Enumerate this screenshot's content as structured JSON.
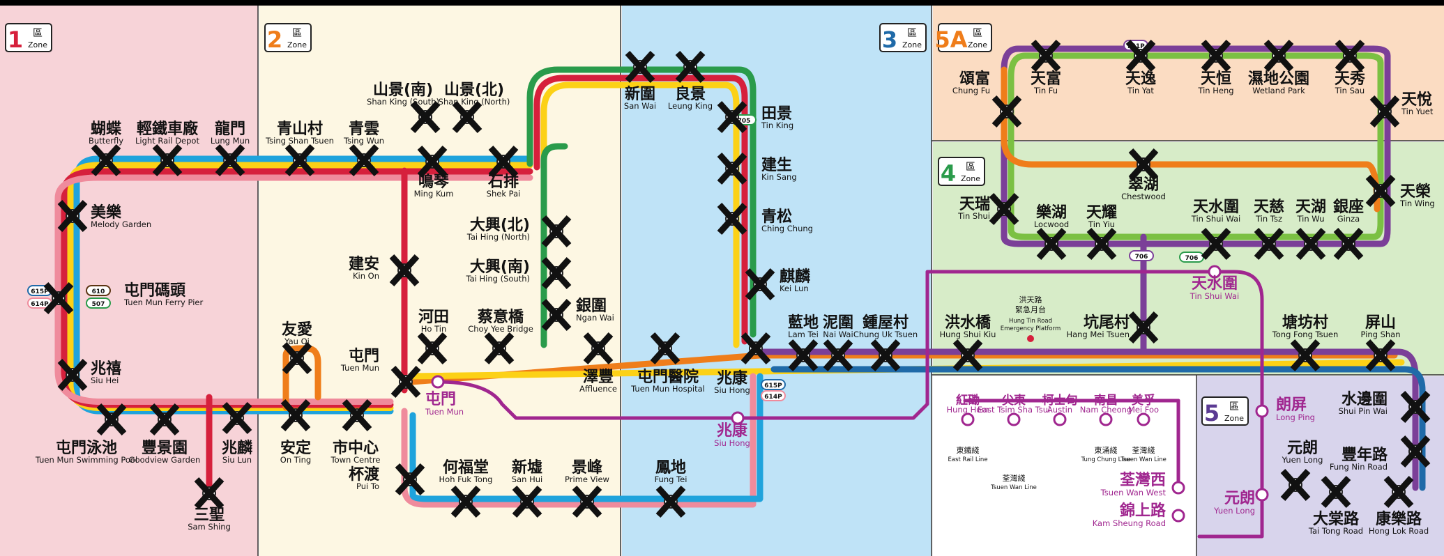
{
  "zone_colors": {
    "1": "#f7d3d8",
    "2": "#fdf7e3",
    "3": "#bfe3f7",
    "5A": "#fbdcc2",
    "4": "#d7ecc8",
    "5": "#d8d4ec",
    "mtr_box": "#ffffff"
  },
  "zone_badges": [
    {
      "num": "1",
      "word": "區",
      "en": "Zone",
      "color": "#d6203c"
    },
    {
      "num": "2",
      "word": "區",
      "en": "Zone",
      "color": "#ef7d1a"
    },
    {
      "num": "3",
      "word": "區",
      "en": "Zone",
      "color": "#1f6aa8"
    },
    {
      "num": "5A",
      "word": "區",
      "en": "Zone",
      "color": "#ef7d1a"
    },
    {
      "num": "4",
      "word": "區",
      "en": "Zone",
      "color": "#2a9b4b"
    },
    {
      "num": "5",
      "word": "區",
      "en": "Zone",
      "color": "#5b3a93"
    }
  ],
  "route_colors": {
    "r505": "#d6203c",
    "r507": "#2a9b4b",
    "r610": "#5b3413",
    "r614": "#1fa3dc",
    "r614P": "#ef8b9c",
    "r615": "#fcd116",
    "r615P": "#1f6aa8",
    "r751": "#ef7d1a",
    "r751P": "#7b3f98",
    "r761P": "#7b3f98",
    "r705": "#7bc043",
    "mtr": "#a0268f"
  },
  "stations": [
    {
      "zh": "蝴蝶",
      "en": "Butterfly"
    },
    {
      "zh": "輕鐵車廠",
      "en": "Light Rail Depot"
    },
    {
      "zh": "龍門",
      "en": "Lung Mun"
    },
    {
      "zh": "青山村",
      "en": "Tsing Shan Tsuen"
    },
    {
      "zh": "青雲",
      "en": "Tsing Wun"
    },
    {
      "zh": "山景(南)",
      "en": "Shan King (South)"
    },
    {
      "zh": "山景(北)",
      "en": "Shan King (North)"
    },
    {
      "zh": "鳴琴",
      "en": "Ming Kum"
    },
    {
      "zh": "石排",
      "en": "Shek Pai"
    },
    {
      "zh": "新圍",
      "en": "San Wai"
    },
    {
      "zh": "良景",
      "en": "Leung King"
    },
    {
      "zh": "田景",
      "en": "Tin King"
    },
    {
      "zh": "建生",
      "en": "Kin Sang"
    },
    {
      "zh": "青松",
      "en": "Ching Chung"
    },
    {
      "zh": "麒麟",
      "en": "Kei Lun"
    },
    {
      "zh": "美樂",
      "en": "Melody Garden"
    },
    {
      "zh": "屯門碼頭",
      "en": "Tuen Mun Ferry Pier"
    },
    {
      "zh": "兆禧",
      "en": "Siu Hei"
    },
    {
      "zh": "屯門泳池",
      "en": "Tuen Mun Swimming Pool"
    },
    {
      "zh": "豐景園",
      "en": "Goodview Garden"
    },
    {
      "zh": "兆麟",
      "en": "Siu Lun"
    },
    {
      "zh": "三聖",
      "en": "Sam Shing"
    },
    {
      "zh": "友愛",
      "en": "Yau Oi"
    },
    {
      "zh": "安定",
      "en": "On Ting"
    },
    {
      "zh": "市中心",
      "en": "Town Centre"
    },
    {
      "zh": "屯門",
      "en": "Tuen Mun"
    },
    {
      "zh": "建安",
      "en": "Kin On"
    },
    {
      "zh": "河田",
      "en": "Ho Tin"
    },
    {
      "zh": "蔡意橋",
      "en": "Choy Yee Bridge"
    },
    {
      "zh": "大興(北)",
      "en": "Tai Hing (North)"
    },
    {
      "zh": "大興(南)",
      "en": "Tai Hing (South)"
    },
    {
      "zh": "銀圍",
      "en": "Ngan Wai"
    },
    {
      "zh": "澤豐",
      "en": "Affluence"
    },
    {
      "zh": "屯門醫院",
      "en": "Tuen Mun Hospital"
    },
    {
      "zh": "兆康",
      "en": "Siu Hong"
    },
    {
      "zh": "杯渡",
      "en": "Pui To"
    },
    {
      "zh": "何福堂",
      "en": "Hoh Fuk Tong"
    },
    {
      "zh": "新墟",
      "en": "San Hui"
    },
    {
      "zh": "景峰",
      "en": "Prime View"
    },
    {
      "zh": "鳳地",
      "en": "Fung Tei"
    },
    {
      "zh": "藍地",
      "en": "Lam Tei"
    },
    {
      "zh": "泥圍",
      "en": "Nai Wai"
    },
    {
      "zh": "鍾屋村",
      "en": "Chung Uk Tsuen"
    },
    {
      "zh": "洪水橋",
      "en": "Hung Shui Kiu"
    },
    {
      "zh": "坑尾村",
      "en": "Hang Mei Tsuen"
    },
    {
      "zh": "塘坊村",
      "en": "Tong Fong Tsuen"
    },
    {
      "zh": "屏山",
      "en": "Ping Shan"
    },
    {
      "zh": "水邊圍",
      "en": "Shui Pin Wai"
    },
    {
      "zh": "豐年路",
      "en": "Fung Nin Road"
    },
    {
      "zh": "元朗",
      "en": "Yuen Long"
    },
    {
      "zh": "大棠路",
      "en": "Tai Tong Road"
    },
    {
      "zh": "康樂路",
      "en": "Hong Lok Road"
    },
    {
      "zh": "頌富",
      "en": "Chung Fu"
    },
    {
      "zh": "天富",
      "en": "Tin Fu"
    },
    {
      "zh": "天逸",
      "en": "Tin Yat"
    },
    {
      "zh": "天恒",
      "en": "Tin Heng"
    },
    {
      "zh": "濕地公園",
      "en": "Wetland Park"
    },
    {
      "zh": "天秀",
      "en": "Tin Sau"
    },
    {
      "zh": "天悅",
      "en": "Tin Yuet"
    },
    {
      "zh": "天榮",
      "en": "Tin Wing"
    },
    {
      "zh": "天瑞",
      "en": "Tin Shui"
    },
    {
      "zh": "樂湖",
      "en": "Locwood"
    },
    {
      "zh": "天耀",
      "en": "Tin Yiu"
    },
    {
      "zh": "翠湖",
      "en": "Chestwood"
    },
    {
      "zh": "天水圍",
      "en": "Tin Shui Wai"
    },
    {
      "zh": "天慈",
      "en": "Tin Tsz"
    },
    {
      "zh": "天湖",
      "en": "Tin Wu"
    },
    {
      "zh": "銀座",
      "en": "Ginza"
    }
  ],
  "mtr_stations": [
    {
      "zh": "屯門",
      "en": "Tuen Mun"
    },
    {
      "zh": "兆康",
      "en": "Siu Hong"
    },
    {
      "zh": "天水圍",
      "en": "Tin Shui Wai"
    },
    {
      "zh": "朗屏",
      "en": "Long Ping"
    },
    {
      "zh": "元朗",
      "en": "Yuen Long"
    },
    {
      "zh": "錦上路",
      "en": "Kam Sheung Road"
    },
    {
      "zh": "荃灣西",
      "en": "Tsuen Wan West"
    },
    {
      "zh": "美孚",
      "en": "Mei Foo"
    },
    {
      "zh": "南昌",
      "en": "Nam Cheong"
    },
    {
      "zh": "柯士甸",
      "en": "Austin"
    },
    {
      "zh": "尖東",
      "en": "East Tsim Sha Tsui"
    },
    {
      "zh": "紅磡",
      "en": "Hung Hom"
    }
  ],
  "interchange_labels": [
    {
      "zh": "東鐵綫",
      "en": "East Rail Line"
    },
    {
      "zh": "荃灣綫",
      "en": "Tsuen Wan Line"
    },
    {
      "zh": "東涌綫",
      "en": "Tung Chung Line"
    },
    {
      "zh": "荃灣綫",
      "en": "Tsuen Wan Line"
    }
  ],
  "emergency_platform": {
    "zh1": "洪天路",
    "zh2": "緊急月台",
    "en1": "Hung Tin Road",
    "en2": "Emergency Platform"
  },
  "bus_badges": [
    "615P",
    "614P",
    "610",
    "507",
    "615P",
    "614P",
    "705",
    "706",
    "706",
    "761P"
  ]
}
